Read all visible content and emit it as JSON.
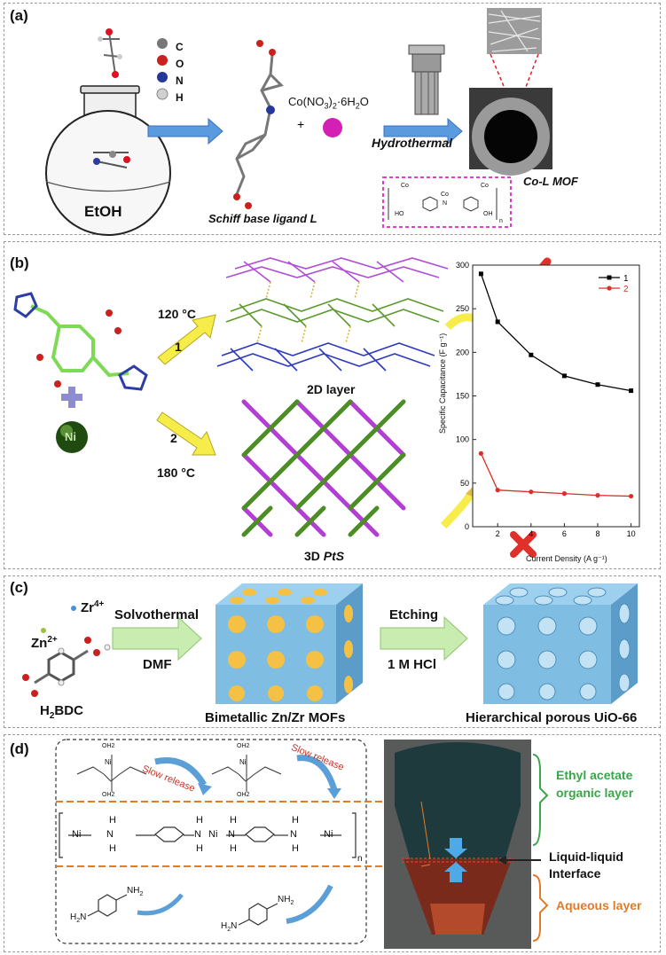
{
  "panel_a": {
    "label": "(a)",
    "legend": [
      "C",
      "O",
      "N",
      "H"
    ],
    "flask_label": "EtOH",
    "ligand_label": "Schiff base ligand L",
    "plus": "+",
    "salt": "Co(NO3)2·6H2O",
    "arrow_label": "Hydrothermal",
    "product_label": "Co-L MOF",
    "formula_labels": [
      "Co",
      "Co",
      "Co",
      "N",
      "HO",
      "OH",
      "n"
    ]
  },
  "panel_b": {
    "label": "(b)",
    "temp_top": "120 °C",
    "temp_bottom": "180 °C",
    "route_top": "1",
    "route_bottom": "2",
    "metal": "Ni",
    "structure_top": "2D layer",
    "structure_bottom_prefix": "3D",
    "structure_bottom_italic": "PtS",
    "chart_ylabel": "Specific Capacitance (F g⁻¹)",
    "chart_xlabel": "Current Density (A g⁻¹)"
  },
  "chart_data": {
    "type": "line",
    "xlabel": "Current Density (A g⁻¹)",
    "ylabel": "Specific Capacitance (F g⁻¹)",
    "xlim": [
      0.5,
      10.5
    ],
    "ylim": [
      0,
      300
    ],
    "xticks": [
      2,
      4,
      6,
      8,
      10
    ],
    "yticks": [
      0,
      50,
      100,
      150,
      200,
      250,
      300
    ],
    "legend_position": "top-right",
    "grid": false,
    "series": [
      {
        "name": "1",
        "color": "#000000",
        "x": [
          1,
          2,
          4,
          6,
          8,
          10
        ],
        "y": [
          290,
          235,
          197,
          173,
          163,
          156
        ]
      },
      {
        "name": "2",
        "color": "#d9302a",
        "x": [
          1,
          2,
          4,
          6,
          8,
          10
        ],
        "y": [
          84,
          42,
          40,
          38,
          36,
          35
        ]
      }
    ]
  },
  "panel_c": {
    "label": "(c)",
    "zr_ion": "Zr4+",
    "zn_ion": "Zn2+",
    "arrow1_top": "Solvothermal",
    "arrow1_bottom": "DMF",
    "arrow2_top": "Etching",
    "arrow2_bottom": "1 M HCl",
    "linker": "H2BDC",
    "mof1": "Bimetallic Zn/Zr MOFs",
    "mof2": "Hierarchical porous UiO-66"
  },
  "panel_d": {
    "label": "(d)",
    "slow_release": "Slow release",
    "chain_atoms": [
      "Ni",
      "N",
      "N",
      "Ni",
      "N",
      "N",
      "Ni"
    ],
    "h_label": "H",
    "n_label": "n",
    "amine_nh2": "NH2",
    "amine_h2n": "H2N",
    "complex_oh2": "OH2",
    "complex_ni": "Ni",
    "organic_layer": "Ethyl acetate organic layer",
    "interface": "Liquid-liquid Interface",
    "aqueous_layer": "Aqueous layer",
    "colors": {
      "organic": "#3ba54a",
      "aqueous": "#e07b28",
      "slow_release": "#c0392b"
    }
  }
}
